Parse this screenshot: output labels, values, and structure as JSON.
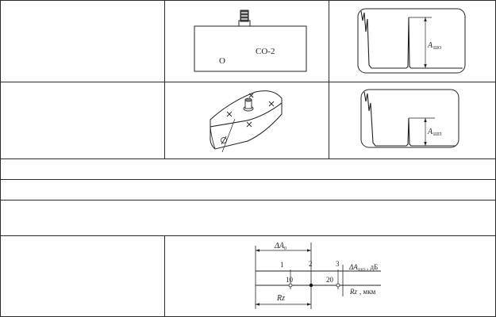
{
  "table": {
    "rows": [
      {
        "block_label": "СО-2",
        "hole_label": "О",
        "amplitude_label": "A",
        "amplitude_subscript": "ШО"
      },
      {
        "amplitude_label": "A",
        "amplitude_subscript": "ШП"
      }
    ],
    "nomogram": {
      "delta_a_label": "ΔA",
      "delta_a_subscript": "0",
      "tick_1": "1",
      "tick_2": "2",
      "tick_3": "3",
      "delta_a_scale_label": "ΔA",
      "delta_a_scale_subscript": "ШО",
      "delta_a_scale_unit": ", дБ",
      "rz_value_1": "10",
      "rz_value_2": "20",
      "rz_label": "Rz",
      "rz_scale_label": "Rz",
      "rz_scale_unit": ", мкм"
    }
  }
}
